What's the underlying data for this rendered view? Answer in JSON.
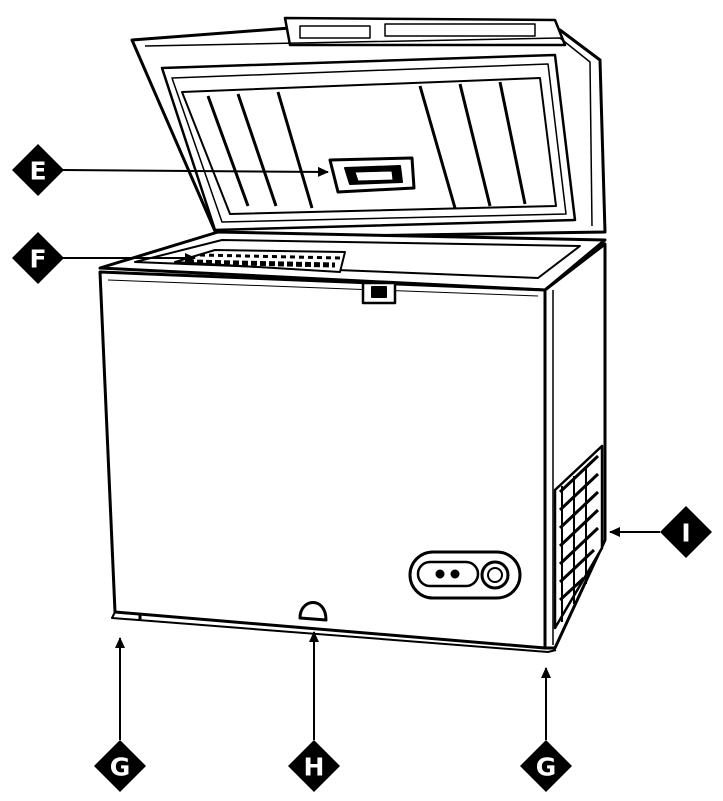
{
  "diagram": {
    "subject": "chest freezer",
    "callouts": [
      {
        "id": "e",
        "label": "E"
      },
      {
        "id": "f",
        "label": "F"
      },
      {
        "id": "g-left",
        "label": "G"
      },
      {
        "id": "h",
        "label": "H"
      },
      {
        "id": "g-right",
        "label": "G"
      },
      {
        "id": "i",
        "label": "I"
      }
    ],
    "colors": {
      "line": "#000000",
      "background": "#ffffff",
      "badge": "#000000",
      "badge_text": "#ffffff"
    }
  }
}
